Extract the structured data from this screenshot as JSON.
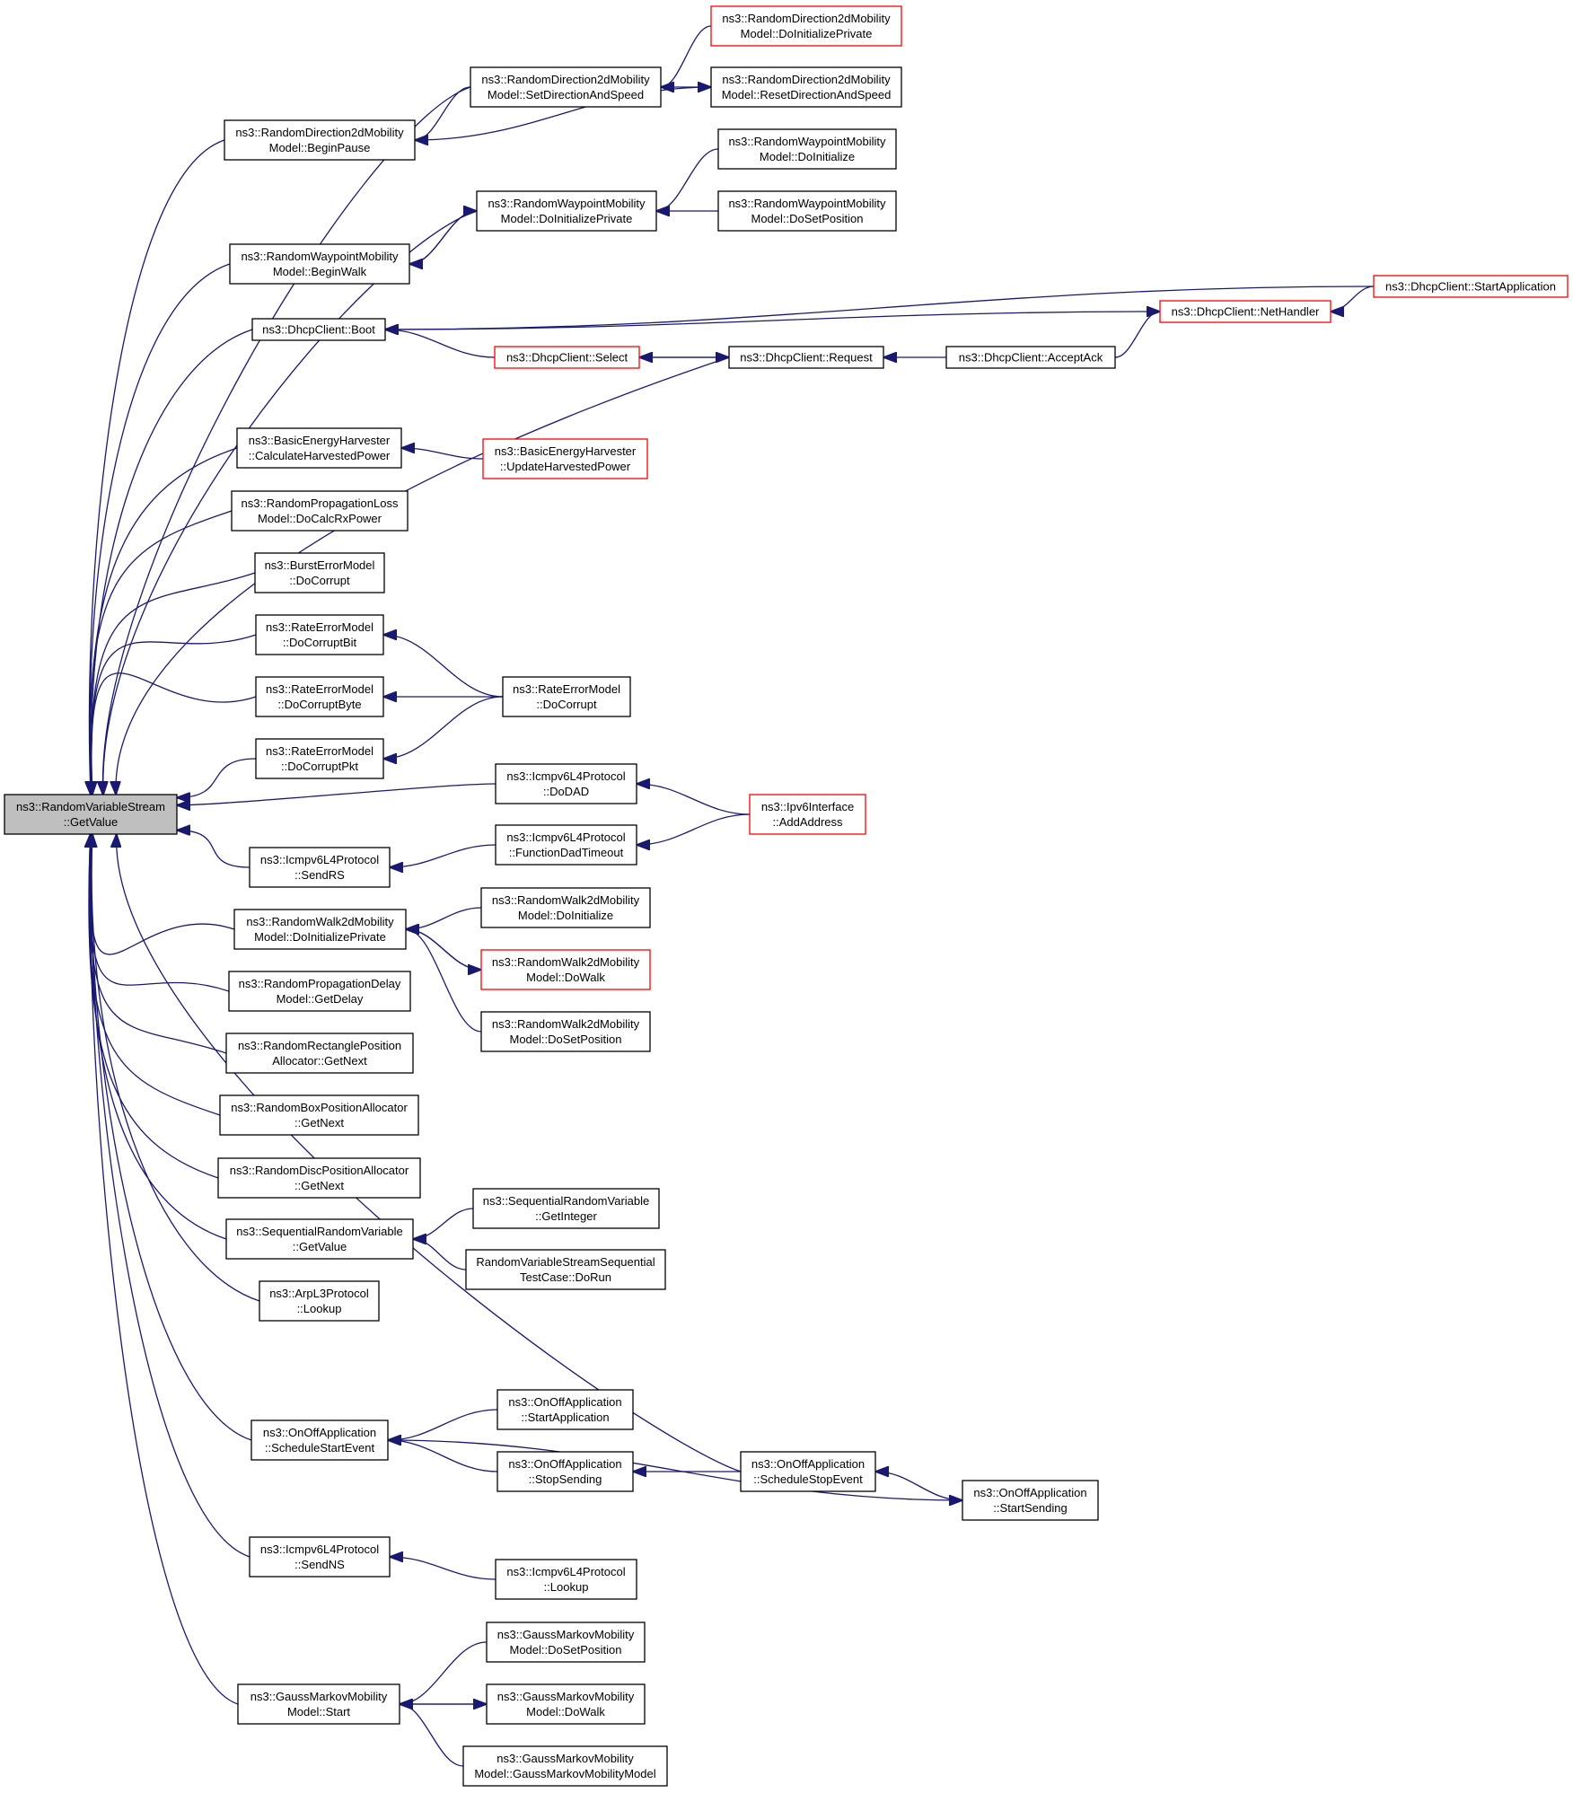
{
  "colors": {
    "edge": "#191970",
    "root_fill": "#bfbfbf",
    "highlight_border": "#ff0000",
    "border": "#000000"
  },
  "nodes": [
    {
      "id": "root",
      "lines": [
        "ns3::RandomVariableStream",
        "::GetValue"
      ],
      "style": "root"
    },
    {
      "id": "rd_init",
      "lines": [
        "ns3::RandomDirection2dMobility",
        "Model::DoInitializePrivate"
      ],
      "style": "red"
    },
    {
      "id": "rd_setdir",
      "lines": [
        "ns3::RandomDirection2dMobility",
        "Model::SetDirectionAndSpeed"
      ],
      "style": "normal"
    },
    {
      "id": "rd_reset",
      "lines": [
        "ns3::RandomDirection2dMobility",
        "Model::ResetDirectionAndSpeed"
      ],
      "style": "normal"
    },
    {
      "id": "rd_pause",
      "lines": [
        "ns3::RandomDirection2dMobility",
        "Model::BeginPause"
      ],
      "style": "normal"
    },
    {
      "id": "rw_doinit",
      "lines": [
        "ns3::RandomWaypointMobility",
        "Model::DoInitialize"
      ],
      "style": "normal"
    },
    {
      "id": "rw_initpriv",
      "lines": [
        "ns3::RandomWaypointMobility",
        "Model::DoInitializePrivate"
      ],
      "style": "normal"
    },
    {
      "id": "rw_setpos",
      "lines": [
        "ns3::RandomWaypointMobility",
        "Model::DoSetPosition"
      ],
      "style": "normal"
    },
    {
      "id": "rw_walk",
      "lines": [
        "ns3::RandomWaypointMobility",
        "Model::BeginWalk"
      ],
      "style": "normal"
    },
    {
      "id": "dhcp_start",
      "lines": [
        "ns3::DhcpClient::StartApplication"
      ],
      "style": "red"
    },
    {
      "id": "dhcp_boot",
      "lines": [
        "ns3::DhcpClient::Boot"
      ],
      "style": "normal"
    },
    {
      "id": "dhcp_net",
      "lines": [
        "ns3::DhcpClient::NetHandler"
      ],
      "style": "red"
    },
    {
      "id": "dhcp_select",
      "lines": [
        "ns3::DhcpClient::Select"
      ],
      "style": "red"
    },
    {
      "id": "dhcp_request",
      "lines": [
        "ns3::DhcpClient::Request"
      ],
      "style": "normal"
    },
    {
      "id": "dhcp_ack",
      "lines": [
        "ns3::DhcpClient::AcceptAck"
      ],
      "style": "normal"
    },
    {
      "id": "beh_calc",
      "lines": [
        "ns3::BasicEnergyHarvester",
        "::CalculateHarvestedPower"
      ],
      "style": "normal"
    },
    {
      "id": "beh_update",
      "lines": [
        "ns3::BasicEnergyHarvester",
        "::UpdateHarvestedPower"
      ],
      "style": "red"
    },
    {
      "id": "rpl",
      "lines": [
        "ns3::RandomPropagationLoss",
        "Model::DoCalcRxPower"
      ],
      "style": "normal"
    },
    {
      "id": "burst",
      "lines": [
        "ns3::BurstErrorModel",
        "::DoCorrupt"
      ],
      "style": "normal"
    },
    {
      "id": "rate_bit",
      "lines": [
        "ns3::RateErrorModel",
        "::DoCorruptBit"
      ],
      "style": "normal"
    },
    {
      "id": "rate_byte",
      "lines": [
        "ns3::RateErrorModel",
        "::DoCorruptByte"
      ],
      "style": "normal"
    },
    {
      "id": "rate_corrupt",
      "lines": [
        "ns3::RateErrorModel",
        "::DoCorrupt"
      ],
      "style": "normal"
    },
    {
      "id": "rate_pkt",
      "lines": [
        "ns3::RateErrorModel",
        "::DoCorruptPkt"
      ],
      "style": "normal"
    },
    {
      "id": "icmp_dad",
      "lines": [
        "ns3::Icmpv6L4Protocol",
        "::DoDAD"
      ],
      "style": "normal"
    },
    {
      "id": "ipv6_addaddr",
      "lines": [
        "ns3::Ipv6Interface",
        "::AddAddress"
      ],
      "style": "red"
    },
    {
      "id": "icmp_fdt",
      "lines": [
        "ns3::Icmpv6L4Protocol",
        "::FunctionDadTimeout"
      ],
      "style": "normal"
    },
    {
      "id": "icmp_sendrs",
      "lines": [
        "ns3::Icmpv6L4Protocol",
        "::SendRS"
      ],
      "style": "normal"
    },
    {
      "id": "rw2_initpriv",
      "lines": [
        "ns3::RandomWalk2dMobility",
        "Model::DoInitializePrivate"
      ],
      "style": "normal"
    },
    {
      "id": "rw2_doinit",
      "lines": [
        "ns3::RandomWalk2dMobility",
        "Model::DoInitialize"
      ],
      "style": "normal"
    },
    {
      "id": "rw2_dowalk",
      "lines": [
        "ns3::RandomWalk2dMobility",
        "Model::DoWalk"
      ],
      "style": "red"
    },
    {
      "id": "rw2_setpos",
      "lines": [
        "ns3::RandomWalk2dMobility",
        "Model::DoSetPosition"
      ],
      "style": "normal"
    },
    {
      "id": "rpd",
      "lines": [
        "ns3::RandomPropagationDelay",
        "Model::GetDelay"
      ],
      "style": "normal"
    },
    {
      "id": "rrpa",
      "lines": [
        "ns3::RandomRectanglePosition",
        "Allocator::GetNext"
      ],
      "style": "normal"
    },
    {
      "id": "rbpa",
      "lines": [
        "ns3::RandomBoxPositionAllocator",
        "::GetNext"
      ],
      "style": "normal"
    },
    {
      "id": "rdpa",
      "lines": [
        "ns3::RandomDiscPositionAllocator",
        "::GetNext"
      ],
      "style": "normal"
    },
    {
      "id": "srv_getint",
      "lines": [
        "ns3::SequentialRandomVariable",
        "::GetInteger"
      ],
      "style": "normal"
    },
    {
      "id": "srv_getval",
      "lines": [
        "ns3::SequentialRandomVariable",
        "::GetValue"
      ],
      "style": "normal"
    },
    {
      "id": "rvs_testcase",
      "lines": [
        "RandomVariableStreamSequential",
        "TestCase::DoRun"
      ],
      "style": "normal"
    },
    {
      "id": "arp_lookup",
      "lines": [
        "ns3::ArpL3Protocol",
        "::Lookup"
      ],
      "style": "normal"
    },
    {
      "id": "onoff_startapp",
      "lines": [
        "ns3::OnOffApplication",
        "::StartApplication"
      ],
      "style": "normal"
    },
    {
      "id": "onoff_schedstart",
      "lines": [
        "ns3::OnOffApplication",
        "::ScheduleStartEvent"
      ],
      "style": "normal"
    },
    {
      "id": "onoff_stopsend",
      "lines": [
        "ns3::OnOffApplication",
        "::StopSending"
      ],
      "style": "normal"
    },
    {
      "id": "onoff_schedstop",
      "lines": [
        "ns3::OnOffApplication",
        "::ScheduleStopEvent"
      ],
      "style": "normal"
    },
    {
      "id": "onoff_startsend",
      "lines": [
        "ns3::OnOffApplication",
        "::StartSending"
      ],
      "style": "normal"
    },
    {
      "id": "icmp_sendns",
      "lines": [
        "ns3::Icmpv6L4Protocol",
        "::SendNS"
      ],
      "style": "normal"
    },
    {
      "id": "icmp_lookup",
      "lines": [
        "ns3::Icmpv6L4Protocol",
        "::Lookup"
      ],
      "style": "normal"
    },
    {
      "id": "gm_setpos",
      "lines": [
        "ns3::GaussMarkovMobility",
        "Model::DoSetPosition"
      ],
      "style": "normal"
    },
    {
      "id": "gm_start",
      "lines": [
        "ns3::GaussMarkovMobility",
        "Model::Start"
      ],
      "style": "normal"
    },
    {
      "id": "gm_dowalk",
      "lines": [
        "ns3::GaussMarkovMobility",
        "Model::DoWalk"
      ],
      "style": "normal"
    },
    {
      "id": "gm_ctor",
      "lines": [
        "ns3::GaussMarkovMobility",
        "Model::GaussMarkovMobilityModel"
      ],
      "style": "normal"
    }
  ],
  "edges": [
    {
      "from": "rd_init",
      "to": "rd_setdir"
    },
    {
      "from": "rd_reset",
      "to": "rd_setdir"
    },
    {
      "from": "rd_setdir",
      "to": "rd_pause"
    },
    {
      "from": "rd_pause",
      "to": "rd_reset"
    },
    {
      "from": "rd_setdir",
      "to": "root"
    },
    {
      "from": "rd_pause",
      "to": "root"
    },
    {
      "from": "rw_doinit",
      "to": "rw_initpriv"
    },
    {
      "from": "rw_setpos",
      "to": "rw_initpriv"
    },
    {
      "from": "rw_initpriv",
      "to": "rw_walk"
    },
    {
      "from": "rw_walk",
      "to": "rw_initpriv"
    },
    {
      "from": "rw_initpriv",
      "to": "root"
    },
    {
      "from": "rw_walk",
      "to": "root"
    },
    {
      "from": "dhcp_start",
      "to": "dhcp_boot"
    },
    {
      "from": "dhcp_start",
      "to": "dhcp_net"
    },
    {
      "from": "dhcp_net",
      "to": "dhcp_boot"
    },
    {
      "from": "dhcp_ack",
      "to": "dhcp_net"
    },
    {
      "from": "dhcp_select",
      "to": "dhcp_boot"
    },
    {
      "from": "dhcp_select",
      "to": "dhcp_request"
    },
    {
      "from": "dhcp_request",
      "to": "dhcp_select"
    },
    {
      "from": "dhcp_ack",
      "to": "dhcp_request"
    },
    {
      "from": "dhcp_boot",
      "to": "root"
    },
    {
      "from": "dhcp_request",
      "to": "root"
    },
    {
      "from": "beh_update",
      "to": "beh_calc"
    },
    {
      "from": "beh_calc",
      "to": "root"
    },
    {
      "from": "rpl",
      "to": "root"
    },
    {
      "from": "burst",
      "to": "root"
    },
    {
      "from": "rate_corrupt",
      "to": "rate_bit"
    },
    {
      "from": "rate_corrupt",
      "to": "rate_byte"
    },
    {
      "from": "rate_corrupt",
      "to": "rate_pkt"
    },
    {
      "from": "rate_bit",
      "to": "root"
    },
    {
      "from": "rate_byte",
      "to": "root"
    },
    {
      "from": "rate_pkt",
      "to": "root"
    },
    {
      "from": "ipv6_addaddr",
      "to": "icmp_dad"
    },
    {
      "from": "ipv6_addaddr",
      "to": "icmp_fdt"
    },
    {
      "from": "icmp_dad",
      "to": "root"
    },
    {
      "from": "icmp_fdt",
      "to": "icmp_sendrs"
    },
    {
      "from": "icmp_sendrs",
      "to": "root"
    },
    {
      "from": "rw2_doinit",
      "to": "rw2_initpriv"
    },
    {
      "from": "rw2_initpriv",
      "to": "rw2_dowalk"
    },
    {
      "from": "rw2_dowalk",
      "to": "rw2_initpriv"
    },
    {
      "from": "rw2_setpos",
      "to": "rw2_initpriv"
    },
    {
      "from": "rw2_initpriv",
      "to": "root"
    },
    {
      "from": "rpd",
      "to": "root"
    },
    {
      "from": "rrpa",
      "to": "root"
    },
    {
      "from": "rbpa",
      "to": "root"
    },
    {
      "from": "rdpa",
      "to": "root"
    },
    {
      "from": "srv_getint",
      "to": "srv_getval"
    },
    {
      "from": "rvs_testcase",
      "to": "srv_getval"
    },
    {
      "from": "srv_getval",
      "to": "root"
    },
    {
      "from": "arp_lookup",
      "to": "root"
    },
    {
      "from": "onoff_startapp",
      "to": "onoff_schedstart"
    },
    {
      "from": "onoff_stopsend",
      "to": "onoff_schedstart"
    },
    {
      "from": "onoff_schedstart",
      "to": "onoff_startsend"
    },
    {
      "from": "onoff_schedstop",
      "to": "onoff_stopsend"
    },
    {
      "from": "onoff_startsend",
      "to": "onoff_schedstop"
    },
    {
      "from": "onoff_schedstart",
      "to": "root"
    },
    {
      "from": "onoff_schedstop",
      "to": "root"
    },
    {
      "from": "icmp_lookup",
      "to": "icmp_sendns"
    },
    {
      "from": "icmp_sendns",
      "to": "root"
    },
    {
      "from": "gm_setpos",
      "to": "gm_start"
    },
    {
      "from": "gm_dowalk",
      "to": "gm_start"
    },
    {
      "from": "gm_start",
      "to": "gm_dowalk"
    },
    {
      "from": "gm_ctor",
      "to": "gm_start"
    },
    {
      "from": "gm_start",
      "to": "root"
    }
  ]
}
